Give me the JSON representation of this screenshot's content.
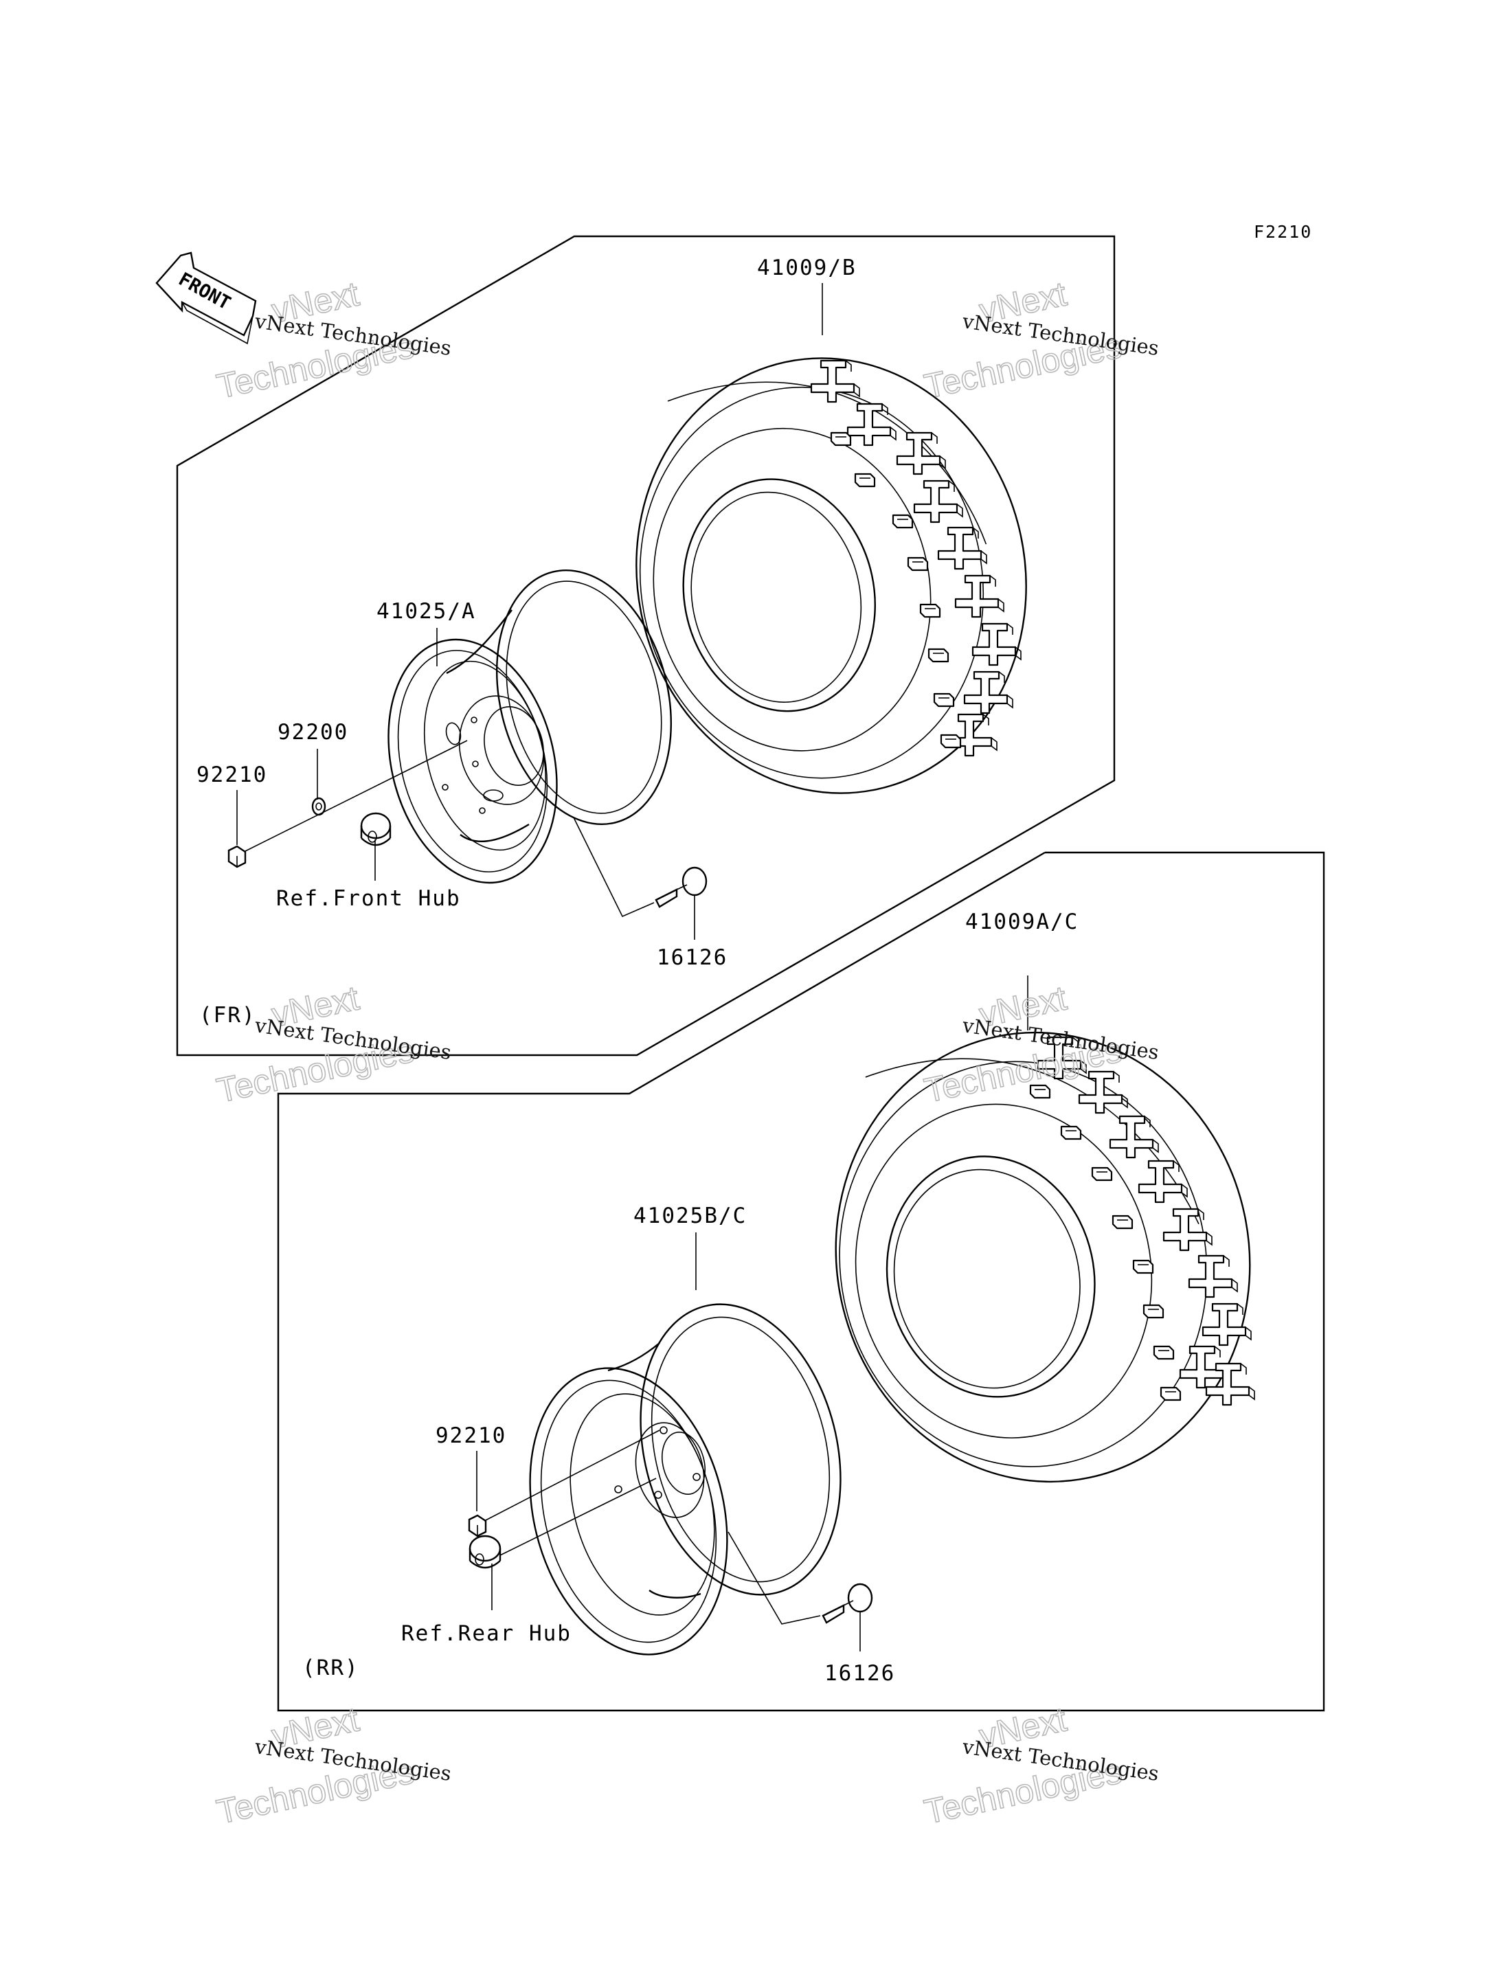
{
  "figure_code": "F2210",
  "front_arrow_text": "FRONT",
  "watermark": {
    "line_small": "vNext Technologies",
    "line_big_1": "vNext",
    "line_big_2": "Technologies"
  },
  "front_section": {
    "tag": "(FR)",
    "parts": {
      "tire": "41009/B",
      "wheel": "41025/A",
      "washer": "92200",
      "nut": "92210",
      "hub_ref": "Ref.Front Hub",
      "valve": "16126"
    }
  },
  "rear_section": {
    "tag": "(RR)",
    "parts": {
      "tire": "41009A/C",
      "wheel": "41025B/C",
      "nut": "92210",
      "hub_ref": "Ref.Rear Hub",
      "valve": "16126"
    }
  }
}
